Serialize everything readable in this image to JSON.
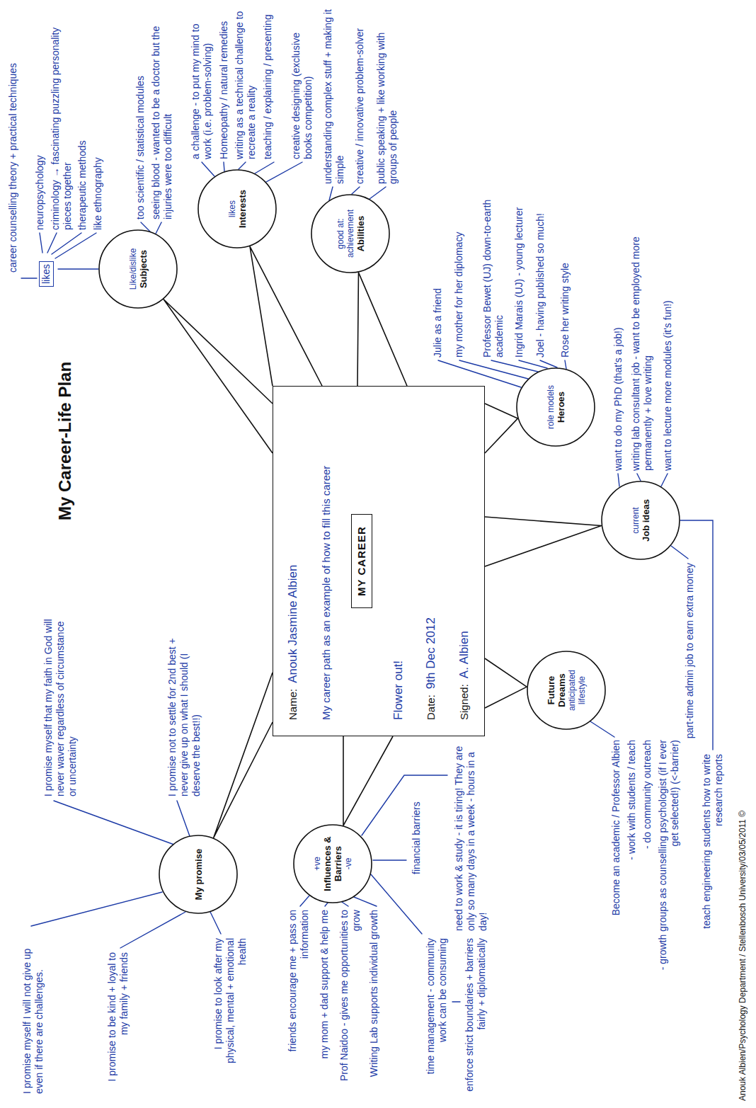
{
  "diagram": {
    "title": "My Career-Life Plan",
    "nodes": [
      {
        "text": [
          "My promise"
        ]
      },
      {
        "text": [
          "Like/dislike",
          "Subjects"
        ]
      },
      {
        "text": [
          "likes",
          "Interests"
        ]
      },
      {
        "text": [
          "Name:",
          "Anouk Jasmine Albien",
          "My career path as an example of how to fill this career",
          "Flower out!",
          "Date:",
          "9th Dec 2012",
          "Signed:",
          "A. Albien"
        ]
      },
      {
        "text": [
          "MY CAREER"
        ],
        "in": 3
      },
      {
        "text": [
          "+ve",
          "Influences & Barriers",
          "-ve"
        ]
      },
      {
        "text": [
          "good at: achievement",
          "Abilities"
        ]
      },
      {
        "text": [
          "Future Dreams",
          "anticipated lifestyle"
        ]
      },
      {
        "text": [
          "role models",
          "Heroes"
        ]
      },
      {
        "text": [
          "current",
          "Job ideas"
        ]
      }
    ],
    "edges": [
      {
        "from": 0,
        "to": 3,
        "arrow": "none"
      },
      {
        "from": 1,
        "to": 3,
        "arrow": "none"
      },
      {
        "from": 2,
        "to": 3,
        "arrow": "none"
      },
      {
        "from": 5,
        "to": 3,
        "arrow": "none"
      },
      {
        "from": 6,
        "to": 3,
        "arrow": "none"
      },
      {
        "from": 7,
        "to": 3,
        "arrow": "none"
      },
      {
        "from": 8,
        "to": 3,
        "arrow": "none"
      },
      {
        "from": 9,
        "to": 3,
        "arrow": "none"
      }
    ],
    "labels": [
      "likes",
      "neuropsychology",
      "criminology → fascinating puzzling personality pieces together",
      "therapeutic methods",
      "like ethnography",
      "career counselling theory + practical techniques",
      "too scientific / statistical modules",
      "seeing blood - wanted to be a doctor but the injuries were too difficult",
      "a challenge - to put my mind to work (i.e. problem-solving)",
      "Homeopathy / natural remedies",
      "writing as a technical challenge to recreate a reality",
      "teaching / explaining / presenting",
      "creative designing (exclusive books competition)",
      "understanding complex stuff + making it simple",
      "creative / innovative problem-solver",
      "public speaking + like working with groups of people",
      "Julie as a friend",
      "my mother for her diplomacy",
      "Professor Bewet (UJ) down-to-earth academic",
      "Ingrid Marais (UJ) - young lecturer",
      "Joel - having published so much!",
      "Rose her writing style",
      "want to do my PhD (that's a job!)",
      "writing lab consultant job - want to be employed more permanently + love writing",
      "want to lecture more modules (it's fun!)",
      "part-time admin job to earn extra money",
      "teach engineering students how to write research reports",
      "Become an academic / Professor Albien",
      "- work with students / teach",
      "- do community outreach",
      "- growth groups as counselling psychologist (if I ever get selected!) (<-barrier)",
      "friends encourage me + pass on information",
      "my mom + dad support & help me",
      "Prof Naidoo - gives me opportunities to grow",
      "Writing Lab supports individual growth",
      "financial barriers",
      "need to work & study - it is tiring! They are only so many days in a week - hours in a day!",
      "time management - community work can be consuming",
      "enforce strict boundaries + barriers fairly + diplomatically",
      "I promise myself I will not give up even if there are challenges.",
      "I promise myself that my faith in God will never waver regardless of circumstance or uncertainty",
      "I promise not to settle for 2nd best + never give up on what I should (I deserve the best!!)",
      "I promise to be kind + loyal to my family + friends",
      "I promise to look after my physical, mental + emotional health",
      "Anouk Albien/Psychology Department / Stellenbosch University/03/05/2011 ©"
    ]
  }
}
